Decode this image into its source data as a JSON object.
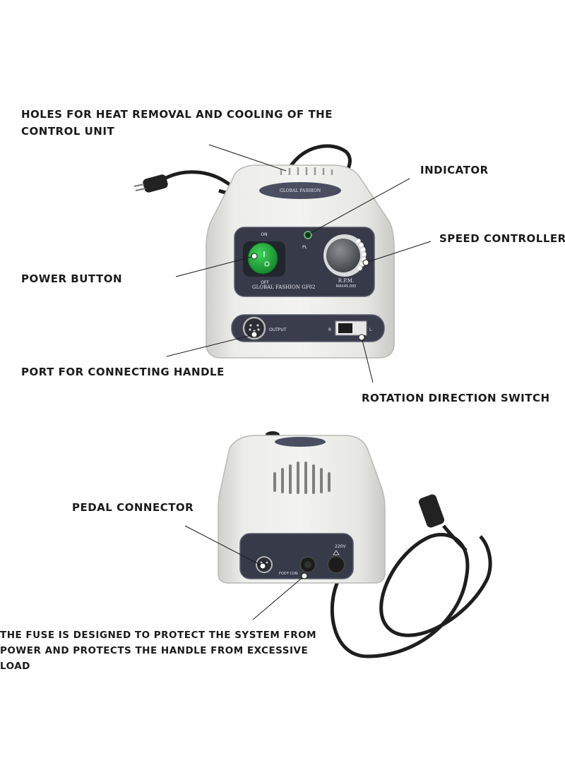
{
  "labels": {
    "heat_removal": "HOLES FOR HEAT REMOVAL AND COOLING OF THE CONTROL UNIT",
    "indicator": "INDICATOR",
    "speed_controller": "SPEED CONTROLLER",
    "power_button": "POWER BUTTON",
    "port_handle": "PORT FOR CONNECTING HANDLE",
    "rotation_switch": "ROTATION DIRECTION SWITCH",
    "pedal_connector": "PEDAL CONNECTOR",
    "fuse": "THE FUSE IS DESIGNED TO PROTECT THE SYSTEM FROM POWER AND PROTECTS THE HANDLE FROM EXCESSIVE LOAD"
  },
  "device_front": {
    "brand_badge": "GLOBAL FASHION",
    "switch_on": "ON",
    "switch_off": "OFF",
    "indicator_label": "PL",
    "model": "GLOBAL FASHION GF02",
    "rpm_label": "R.P.M.",
    "rpm_max": "MAX45,000",
    "output_label": "OUTPUT",
    "dir_r": "R",
    "dir_l": "L"
  },
  "device_back": {
    "foot_control_label": "FOOT CON",
    "voltage_label": "220V"
  },
  "colors": {
    "body": "#e9e9e6",
    "panel": "#3a3d4c",
    "power_switch": "#1fa63a",
    "text": "#1a1a1a"
  }
}
